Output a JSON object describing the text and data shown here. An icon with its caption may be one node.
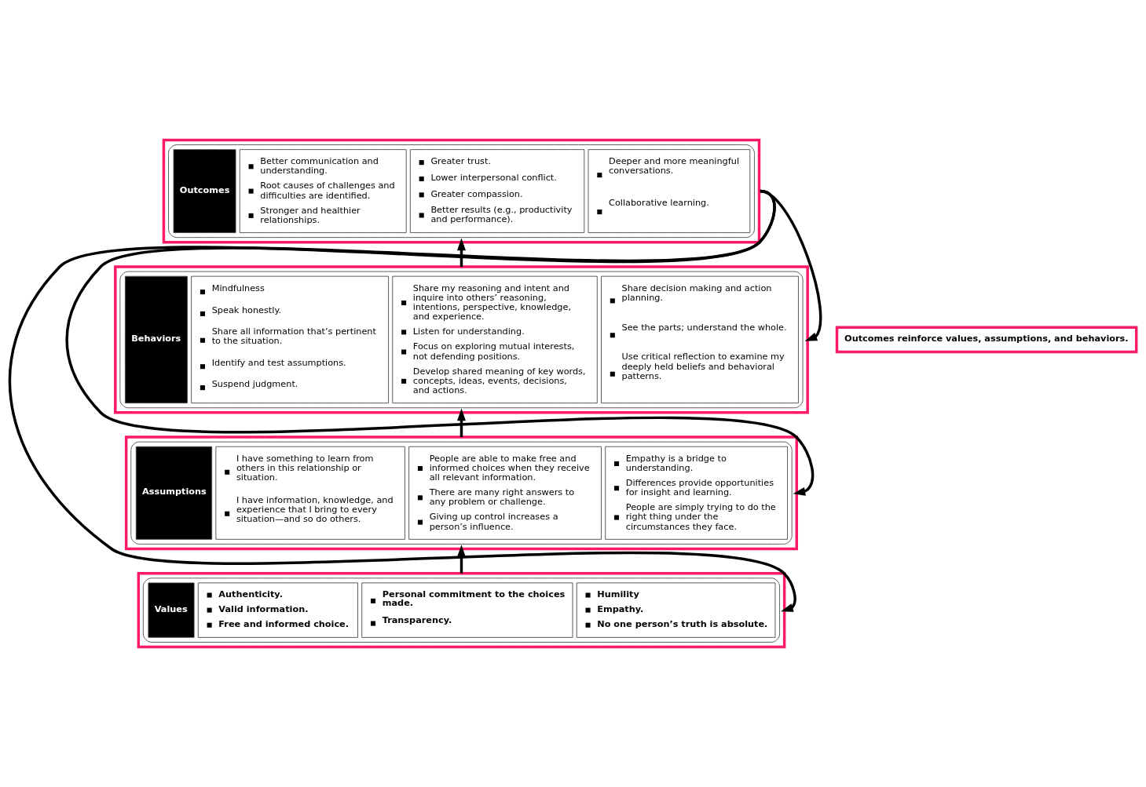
{
  "diagram": {
    "nodes": [
      {
        "text": [
          "Outcomes",
          "Better communication and understanding.",
          "Root causes of challenges and difficulties are identified.",
          "Stronger and healthier relationships.",
          "Greater trust.",
          "Lower interpersonal conflict.",
          "Greater compassion.",
          "Better results (e.g., productivity and performance).",
          "Deeper and more meaningful conversations.",
          "Collaborative learning."
        ]
      },
      {
        "text": [
          "Behaviors",
          "Mindfulness",
          "Speak honestly.",
          "Share all information that’s pertinent to the situation.",
          "Identify and test assumptions.",
          "Suspend judgment.",
          "Share my reasoning and intent and inquire into others’ reasoning, intentions, perspective, knowledge, and experience.",
          "Listen for understanding.",
          "Focus on exploring mutual interests, not defending positions.",
          "Develop shared meaning of key words, concepts, ideas, events, decisions, and actions.",
          "Share decision making and action planning.",
          "See the parts; understand the whole.",
          "Use critical reflection to examine my deeply held beliefs and behavioral patterns."
        ]
      },
      {
        "text": [
          "Assumptions",
          "I have something to learn from others in this relationship or situation.",
          "I have information, knowledge, and experience that I bring to every situation—and so do others.",
          "People are able to make free and informed choices when they receive all relevant information.",
          "There are many right answers to any problem or challenge.",
          "Giving up control increases a person’s influence.",
          "Empathy is a bridge to understanding.",
          "Differences provide opportunities for insight and learning.",
          "People are simply trying to do the right thing under the circumstances they face."
        ]
      },
      {
        "text": [
          "Values",
          "Authenticity.",
          "Valid information.",
          "Free and informed choice.",
          "Personal commitment to the choices made.",
          "Transparency.",
          "Humility",
          "Empathy.",
          "No one person’s truth is absolute."
        ]
      },
      {
        "text": [
          "Outcomes reinforce values, assumptions, and behaviors."
        ]
      }
    ],
    "edges": [
      {
        "from": 3,
        "to": 2,
        "arrow": "to"
      },
      {
        "from": 2,
        "to": 1,
        "arrow": "to"
      },
      {
        "from": 1,
        "to": 0,
        "arrow": "to"
      },
      {
        "from": 0,
        "to": 1,
        "arrow": "to"
      },
      {
        "from": 0,
        "to": 2,
        "arrow": "to"
      },
      {
        "from": 0,
        "to": 3,
        "arrow": "to"
      }
    ]
  }
}
